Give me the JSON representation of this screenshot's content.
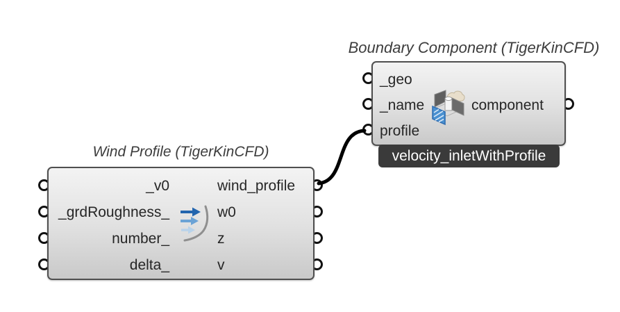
{
  "canvas": {
    "background": "#ffffff"
  },
  "colors": {
    "component_border": "#4f4f4f",
    "component_fill_top": "#f3f3f3",
    "component_fill_bottom": "#c9c9c9",
    "badge_background": "#3a3a3a",
    "badge_text": "#ffffff",
    "wire": "#000000",
    "title_text": "#3d3d3d",
    "label_text": "#262626",
    "wind_arrow_dark_blue": "#2265ae",
    "wind_arrow_mid_blue": "#6ba3d6",
    "wind_arrow_light_blue": "#b9d3ea",
    "wind_curve_gray": "#8f8f8f",
    "boundary_icon_blue": "#4a90d0",
    "boundary_icon_wall_gray": "#5f5f5f",
    "boundary_icon_cloud_tan": "#e8decb"
  },
  "wind_component": {
    "title": "Wind Profile (TigerKinCFD)",
    "icon": "wind-profile-arrows-icon",
    "inputs": [
      "_v0",
      "_grdRoughness_",
      "number_",
      "delta_"
    ],
    "outputs": [
      "wind_profile",
      "w0",
      "z",
      "v"
    ]
  },
  "boundary_component": {
    "title": "Boundary Component (TigerKinCFD)",
    "icon": "boundary-box-icon",
    "inputs": [
      "_geo",
      "_name",
      "profile"
    ],
    "outputs": [
      "component"
    ],
    "badge": "velocity_inletWithProfile"
  },
  "connection": {
    "from": "wind_profile",
    "to": "profile"
  }
}
